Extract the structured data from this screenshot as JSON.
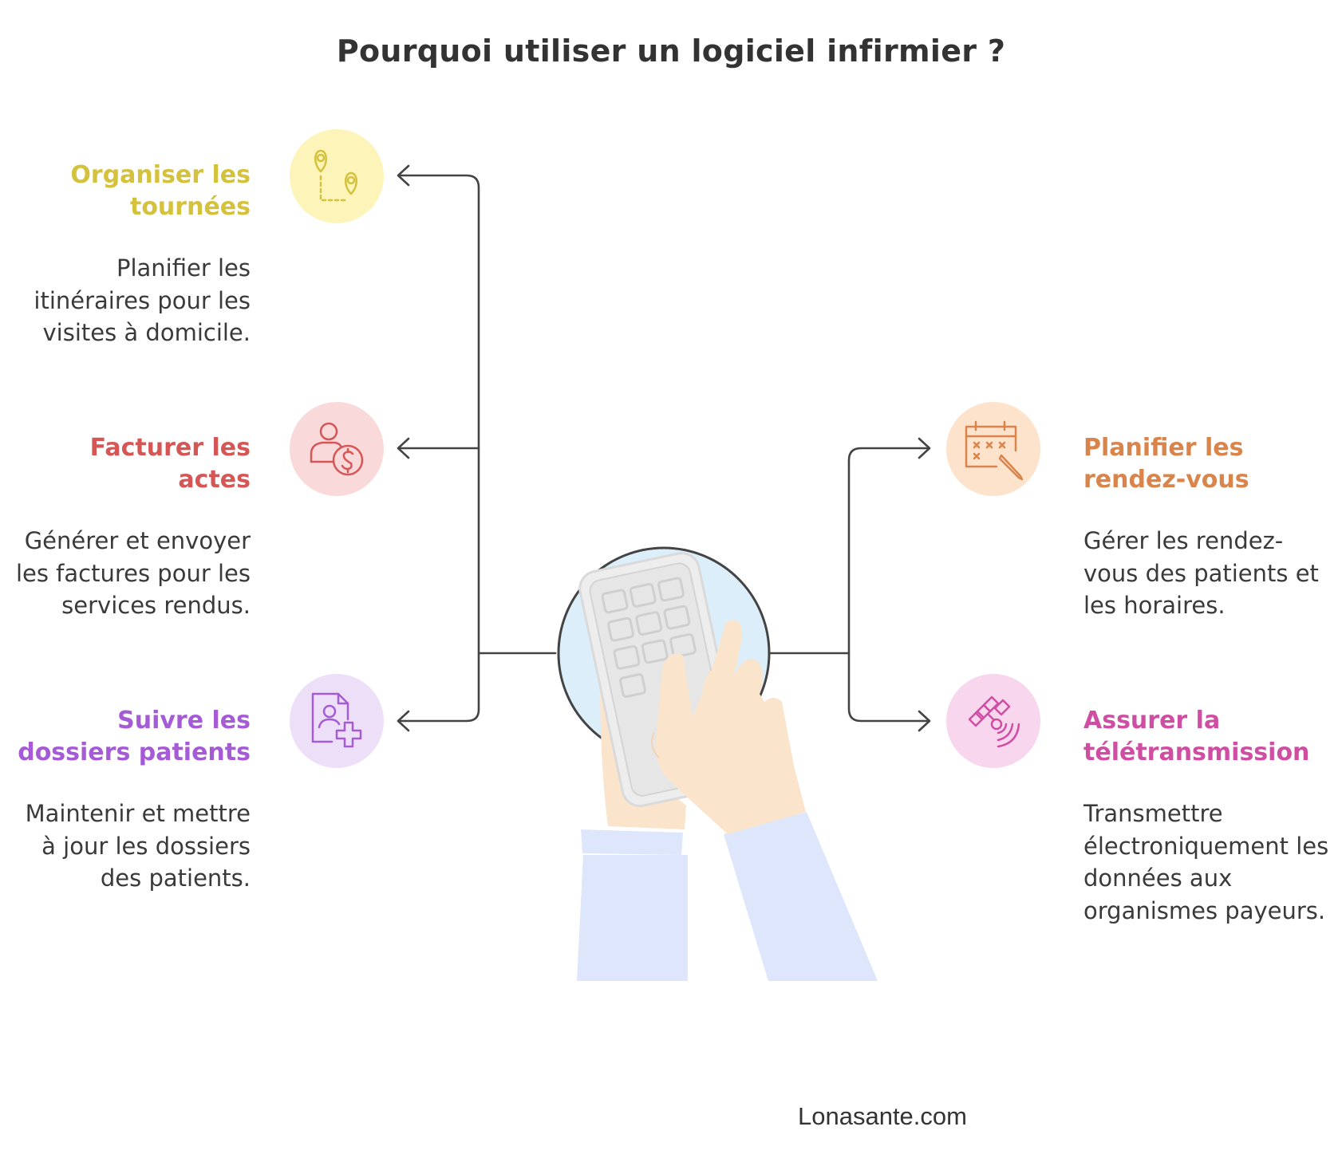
{
  "title": "Pourquoi utiliser un logiciel infirmier ?",
  "items": [
    {
      "heading": "Organiser les tournées",
      "description": "Planifier les itinéraires pour les visites à domicile.",
      "icon": "map-route-icon",
      "color": "#d4c13c",
      "bg": "#fcf4b8"
    },
    {
      "heading": "Facturer les actes",
      "description": "Générer et envoyer les factures pour les services rendus.",
      "icon": "user-dollar-icon",
      "color": "#d65656",
      "bg": "#f9d9d9"
    },
    {
      "heading": "Suivre les dossiers patients",
      "description": "Maintenir et mettre à jour les dossiers des patients.",
      "icon": "patient-file-plus-icon",
      "color": "#a65bd6",
      "bg": "#eedff8"
    },
    {
      "heading": "Planifier les rendez-vous",
      "description": "Gérer les rendez-vous des patients et les horaires.",
      "icon": "calendar-pen-icon",
      "color": "#d9844a",
      "bg": "#fde2cc"
    },
    {
      "heading": "Assurer la télétransmission",
      "description": "Transmettre électroniquement les données aux organismes payeurs.",
      "icon": "satellite-icon",
      "color": "#cf4ea4",
      "bg": "#f8d7ee"
    }
  ],
  "center_icon": "hands-holding-phone-icon",
  "footer": "Lonasante.com"
}
